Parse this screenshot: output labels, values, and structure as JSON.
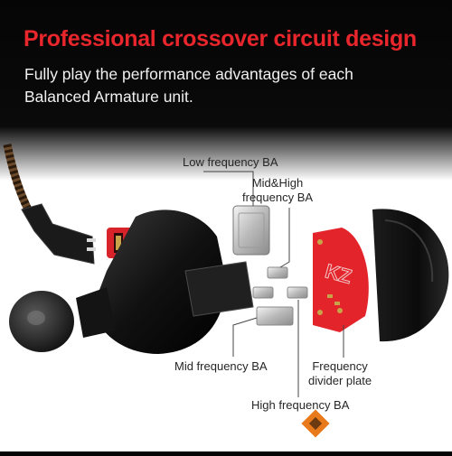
{
  "headline": "Professional crossover circuit design",
  "subline": [
    "Fully play the performance advantages of each",
    "Balanced Armature unit."
  ],
  "callouts": {
    "low_frequency_ba": "Low frequency BA",
    "mid_high_frequency_ba": [
      "Mid&High",
      "frequency BA"
    ],
    "mid_frequency_ba": "Mid frequency BA",
    "frequency_divider_plate": [
      "Frequency",
      "divider plate"
    ],
    "high_frequency_ba": "High frequency BA"
  },
  "plate_logo": "KZ",
  "colors": {
    "headline_red": "#e8262c",
    "divider_plate_red": "#e3242b",
    "background_top": "#050505",
    "background_bottom": "#ffffff",
    "watermark_orange": "#e87a1c"
  }
}
